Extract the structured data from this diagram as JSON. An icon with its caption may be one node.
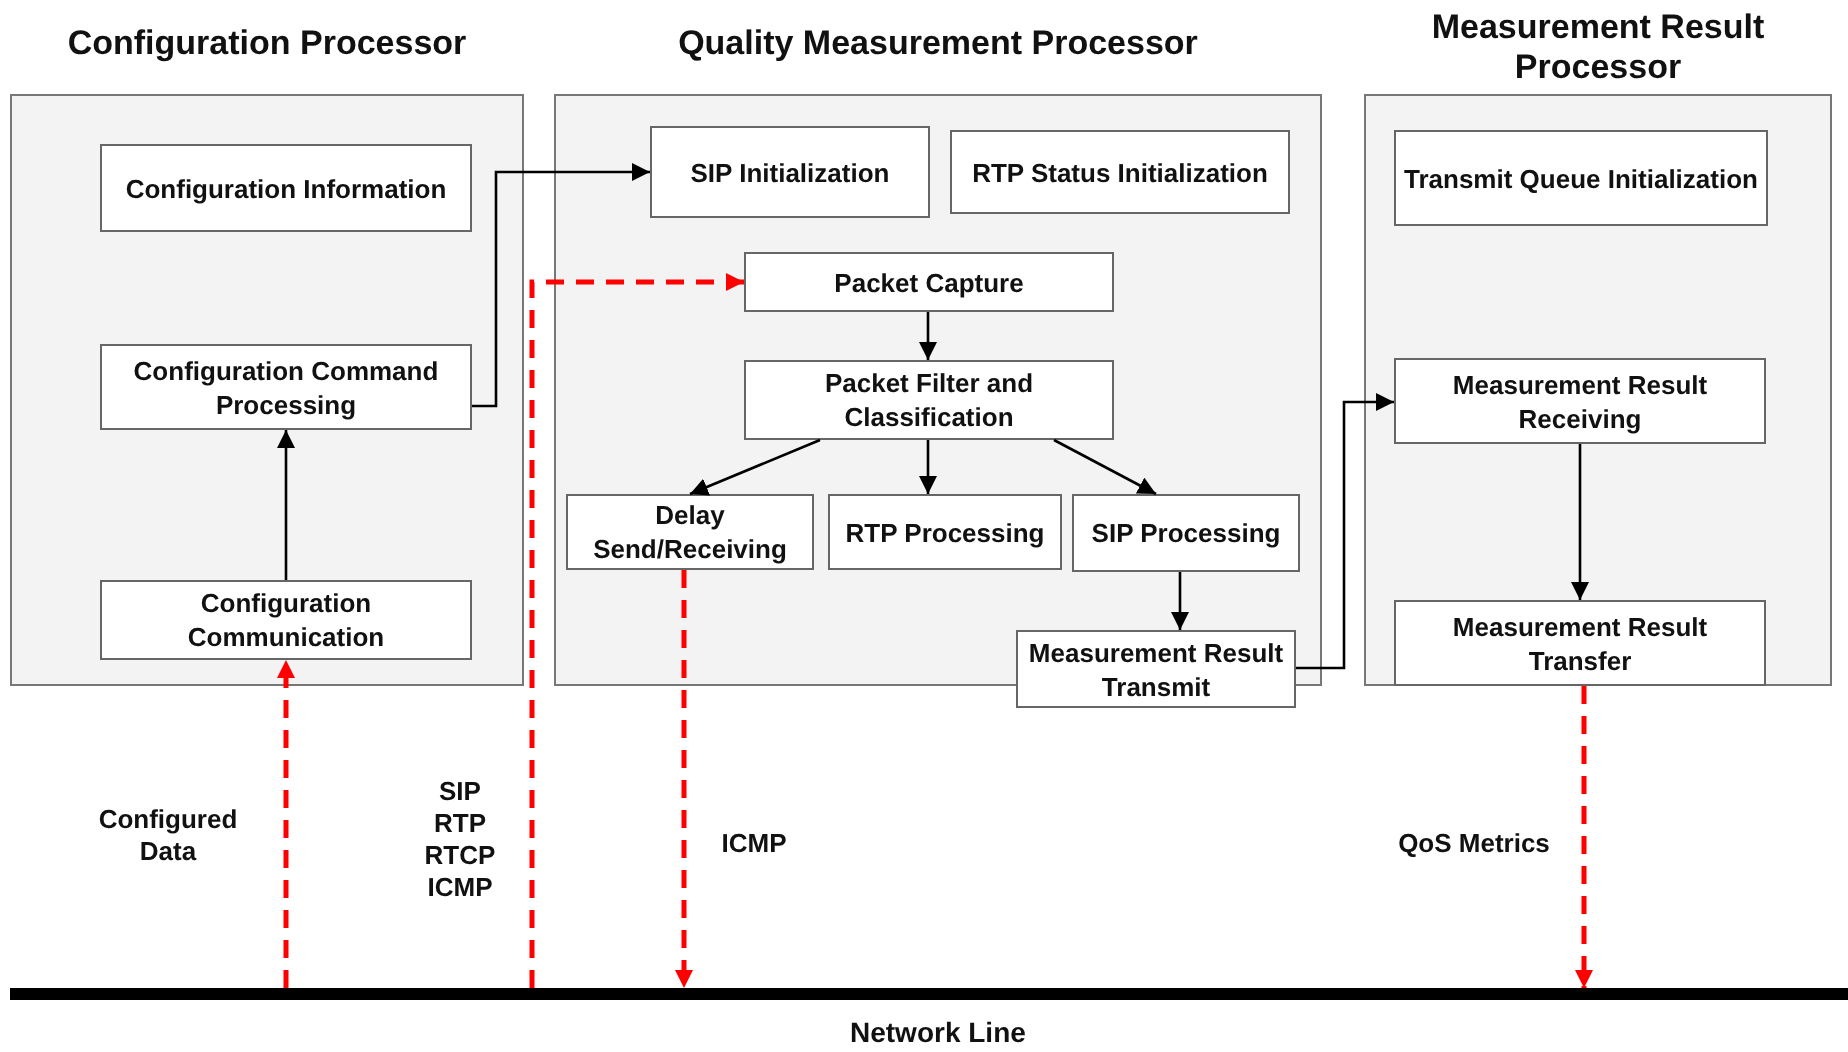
{
  "diagram": {
    "nodes": [
      {
        "text": [
          "Configuration Processor"
        ]
      },
      {
        "text": [
          "Configuration Information"
        ],
        "in": 0
      },
      {
        "text": [
          "Configuration Command Processing"
        ],
        "in": 0
      },
      {
        "text": [
          "Configuration Communication"
        ],
        "in": 0
      },
      {
        "text": [
          "Quality Measurement Processor"
        ]
      },
      {
        "text": [
          "SIP Initialization"
        ],
        "in": 4
      },
      {
        "text": [
          "RTP Status Initialization"
        ],
        "in": 4
      },
      {
        "text": [
          "Packet Capture"
        ],
        "in": 4
      },
      {
        "text": [
          "Packet Filter and Classification"
        ],
        "in": 4
      },
      {
        "text": [
          "Delay Send/Receiving"
        ],
        "in": 4
      },
      {
        "text": [
          "RTP Processing"
        ],
        "in": 4
      },
      {
        "text": [
          "SIP Processing"
        ],
        "in": 4
      },
      {
        "text": [
          "Measurement Result Transmit"
        ],
        "in": 4
      },
      {
        "text": [
          "Measurement Result Processor"
        ]
      },
      {
        "text": [
          "Transmit Queue Initialization"
        ],
        "in": 13
      },
      {
        "text": [
          "Measurement Result Receiving"
        ],
        "in": 13
      },
      {
        "text": [
          "Measurement Result Transfer"
        ],
        "in": 13
      },
      {
        "text": [
          "Network Line"
        ]
      }
    ],
    "edges": [
      {
        "from": 3,
        "to": 2,
        "arrow": "to"
      },
      {
        "from": 2,
        "to": 5,
        "arrow": "to"
      },
      {
        "from": 7,
        "to": 8,
        "arrow": "to"
      },
      {
        "from": 8,
        "to": 9,
        "arrow": "to"
      },
      {
        "from": 8,
        "to": 10,
        "arrow": "to"
      },
      {
        "from": 8,
        "to": 11,
        "arrow": "to"
      },
      {
        "from": 11,
        "to": 12,
        "arrow": "to"
      },
      {
        "from": 12,
        "to": 15,
        "arrow": "to"
      },
      {
        "from": 15,
        "to": 16,
        "arrow": "to"
      },
      {
        "from": 17,
        "to": 3,
        "arrow": "to",
        "label": "Configured Data",
        "style": "dashed",
        "color": "#ff0000"
      },
      {
        "from": 17,
        "to": 7,
        "arrow": "to",
        "label": "SIP RTP RTCP ICMP",
        "style": "dashed",
        "color": "#ff0000"
      },
      {
        "from": 9,
        "to": 17,
        "arrow": "to",
        "label": "ICMP",
        "style": "dashed",
        "color": "#ff0000"
      },
      {
        "from": 16,
        "to": 17,
        "arrow": "to",
        "label": "QoS Metrics",
        "style": "dashed",
        "color": "#ff0000"
      }
    ]
  }
}
